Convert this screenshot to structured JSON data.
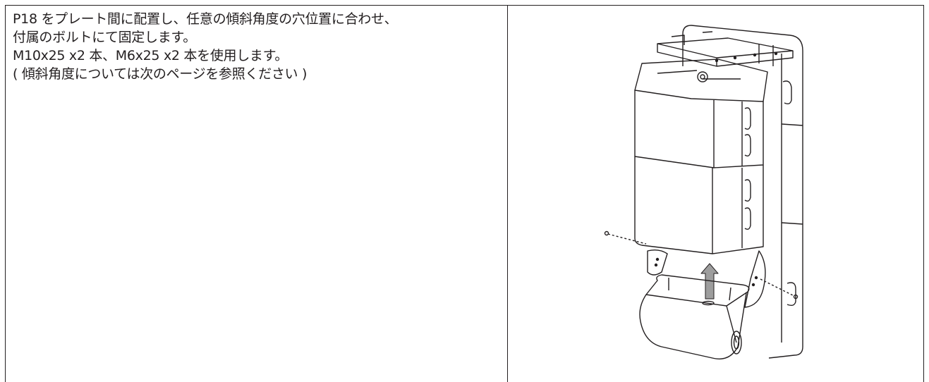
{
  "instructions": {
    "lines": [
      "P18 をプレート間に配置し、任意の傾斜角度の穴位置に合わせ、",
      "付属のボルトにて固定します。",
      "M10x25 x2 本、M6x25 x2 本を使用します。",
      "( 傾斜角度については次のページを参照ください )"
    ]
  },
  "colors": {
    "line": "#231f20",
    "arrow": "#9d9d9d",
    "paper": "#ffffff"
  }
}
